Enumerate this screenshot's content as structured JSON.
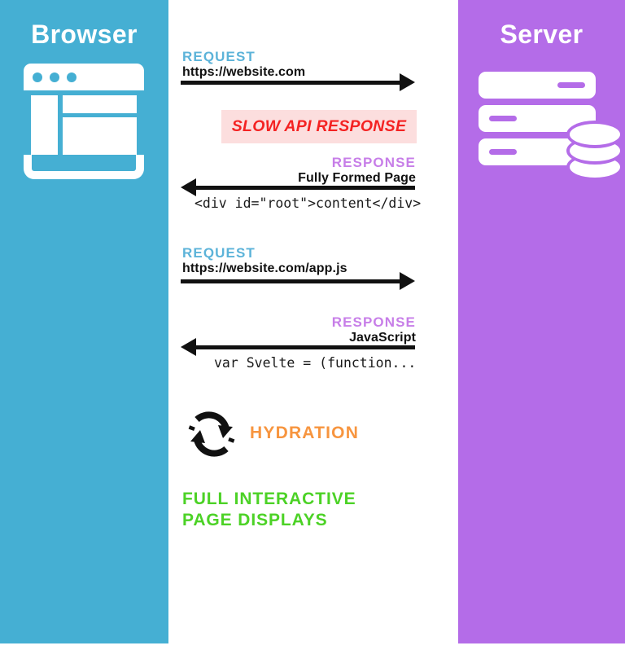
{
  "browser_panel": {
    "title": "Browser",
    "bg_color": "#45afd3",
    "icon": "browser-window-icon"
  },
  "server_panel": {
    "title": "Server",
    "bg_color": "#b46ce8",
    "icon": "server-rack-icon",
    "db_icon": "database-cylinder-icon"
  },
  "flow": {
    "step1": {
      "kicker": "REQUEST",
      "kicker_color": "#5cb3d9",
      "url": "https://website.com",
      "direction": "right"
    },
    "slow_api": {
      "text": "SLOW API  RESPONSE",
      "text_color": "#f42222",
      "bg_color": "#fcdede"
    },
    "step2": {
      "kicker": "RESPONSE",
      "kicker_color": "#c77ee8",
      "sub": "Fully Formed Page",
      "code": "<div id=\"root\">content</div>",
      "direction": "left"
    },
    "step3": {
      "kicker": "REQUEST",
      "kicker_color": "#5cb3d9",
      "url": "https://website.com/app.js",
      "direction": "right"
    },
    "step4": {
      "kicker": "RESPONSE",
      "kicker_color": "#c77ee8",
      "sub": "JavaScript",
      "code": "var Svelte = (function...",
      "direction": "left"
    },
    "hydration": {
      "label": "HYDRATION",
      "label_color": "#f7953f",
      "icon": "refresh-cycle-icon"
    },
    "final": {
      "line1": "FULL INTERACTIVE",
      "line2": "PAGE DISPLAYS",
      "color": "#4cd226"
    }
  }
}
